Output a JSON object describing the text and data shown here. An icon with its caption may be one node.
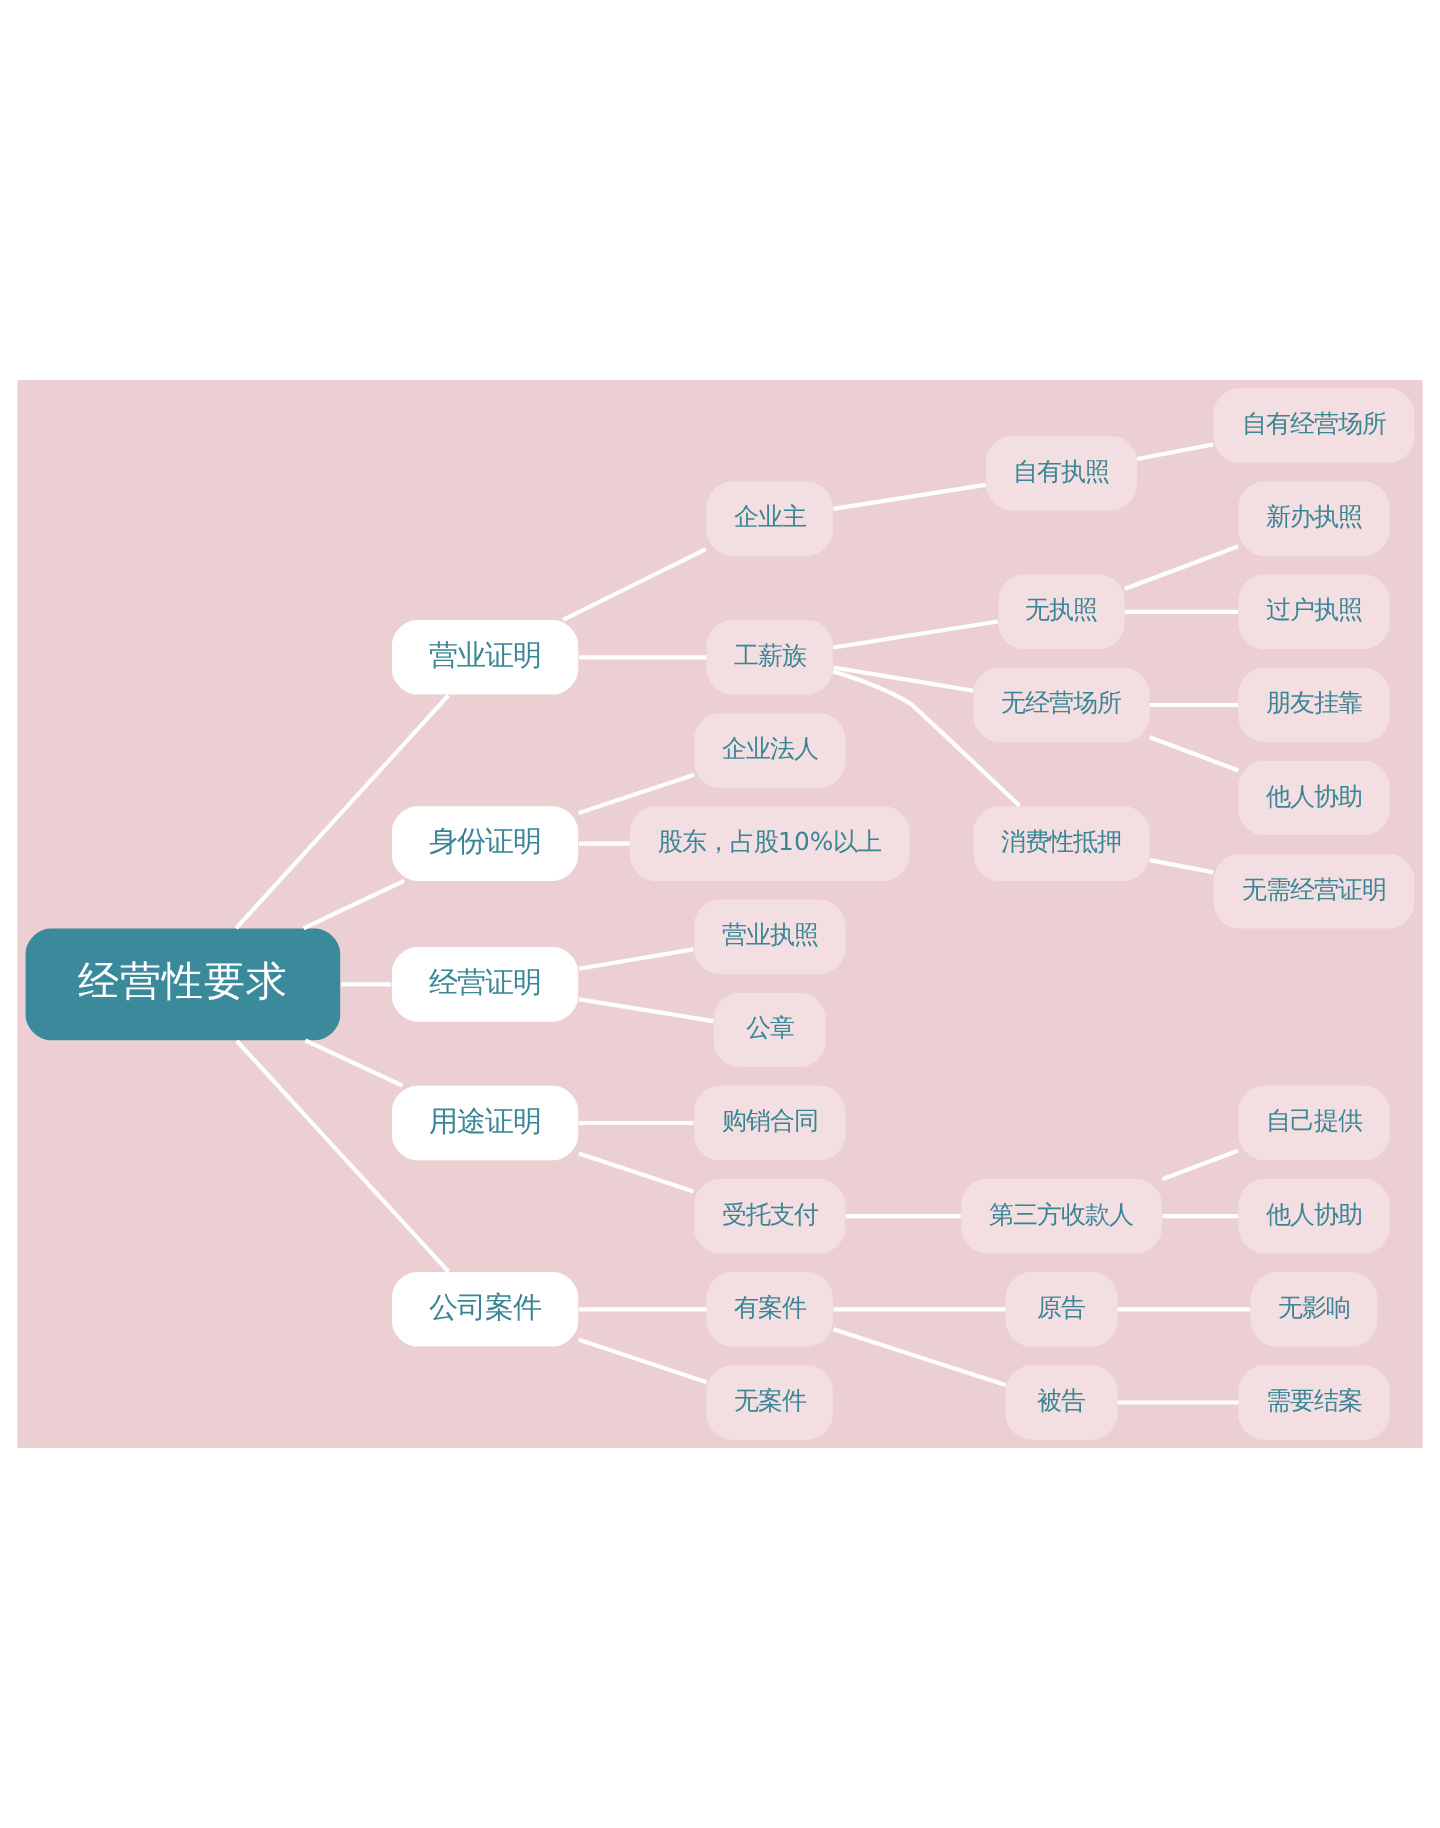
{
  "diagram": {
    "nodes": [
      {
        "text": [
          "经营性要求"
        ]
      },
      {
        "text": [
          "营业证明"
        ]
      },
      {
        "text": [
          "企业主"
        ]
      },
      {
        "text": [
          "自有执照"
        ]
      },
      {
        "text": [
          "自有经营场所"
        ]
      },
      {
        "text": [
          "工薪族"
        ]
      },
      {
        "text": [
          "无执照"
        ]
      },
      {
        "text": [
          "新办执照"
        ]
      },
      {
        "text": [
          "过户执照"
        ]
      },
      {
        "text": [
          "无经营场所"
        ]
      },
      {
        "text": [
          "朋友挂靠"
        ]
      },
      {
        "text": [
          "他人协助"
        ]
      },
      {
        "text": [
          "消费性抵押"
        ]
      },
      {
        "text": [
          "无需经营证明"
        ]
      },
      {
        "text": [
          "身份证明"
        ]
      },
      {
        "text": [
          "企业法人"
        ]
      },
      {
        "text": [
          "股东，占股10%以上"
        ]
      },
      {
        "text": [
          "经营证明"
        ]
      },
      {
        "text": [
          "营业执照"
        ]
      },
      {
        "text": [
          "公章"
        ]
      },
      {
        "text": [
          "用途证明"
        ]
      },
      {
        "text": [
          "购销合同"
        ]
      },
      {
        "text": [
          "受托支付"
        ]
      },
      {
        "text": [
          "第三方收款人"
        ]
      },
      {
        "text": [
          "自己提供"
        ]
      },
      {
        "text": [
          "他人协助"
        ]
      },
      {
        "text": [
          "公司案件"
        ]
      },
      {
        "text": [
          "有案件"
        ]
      },
      {
        "text": [
          "原告"
        ]
      },
      {
        "text": [
          "无影响"
        ]
      },
      {
        "text": [
          "被告"
        ]
      },
      {
        "text": [
          "需要结案"
        ]
      },
      {
        "text": [
          "无案件"
        ]
      }
    ],
    "edges": [
      {
        "from": 0,
        "to": 1,
        "arrow": "none"
      },
      {
        "from": 1,
        "to": 2,
        "arrow": "none"
      },
      {
        "from": 2,
        "to": 3,
        "arrow": "none"
      },
      {
        "from": 3,
        "to": 4,
        "arrow": "none"
      },
      {
        "from": 1,
        "to": 5,
        "arrow": "none"
      },
      {
        "from": 5,
        "to": 6,
        "arrow": "none"
      },
      {
        "from": 6,
        "to": 7,
        "arrow": "none"
      },
      {
        "from": 6,
        "to": 8,
        "arrow": "none"
      },
      {
        "from": 5,
        "to": 9,
        "arrow": "none"
      },
      {
        "from": 9,
        "to": 10,
        "arrow": "none"
      },
      {
        "from": 9,
        "to": 11,
        "arrow": "none"
      },
      {
        "from": 5,
        "to": 12,
        "arrow": "none"
      },
      {
        "from": 12,
        "to": 13,
        "arrow": "none"
      },
      {
        "from": 0,
        "to": 14,
        "arrow": "none"
      },
      {
        "from": 14,
        "to": 15,
        "arrow": "none"
      },
      {
        "from": 14,
        "to": 16,
        "arrow": "none"
      },
      {
        "from": 0,
        "to": 17,
        "arrow": "none"
      },
      {
        "from": 17,
        "to": 18,
        "arrow": "none"
      },
      {
        "from": 17,
        "to": 19,
        "arrow": "none"
      },
      {
        "from": 0,
        "to": 20,
        "arrow": "none"
      },
      {
        "from": 20,
        "to": 21,
        "arrow": "none"
      },
      {
        "from": 20,
        "to": 22,
        "arrow": "none"
      },
      {
        "from": 22,
        "to": 23,
        "arrow": "none"
      },
      {
        "from": 23,
        "to": 24,
        "arrow": "none"
      },
      {
        "from": 23,
        "to": 25,
        "arrow": "none"
      },
      {
        "from": 0,
        "to": 26,
        "arrow": "none"
      },
      {
        "from": 26,
        "to": 27,
        "arrow": "none"
      },
      {
        "from": 27,
        "to": 28,
        "arrow": "none"
      },
      {
        "from": 28,
        "to": 29,
        "arrow": "none"
      },
      {
        "from": 27,
        "to": 30,
        "arrow": "none"
      },
      {
        "from": 30,
        "to": 31,
        "arrow": "none"
      },
      {
        "from": 26,
        "to": 32,
        "arrow": "none"
      }
    ]
  }
}
